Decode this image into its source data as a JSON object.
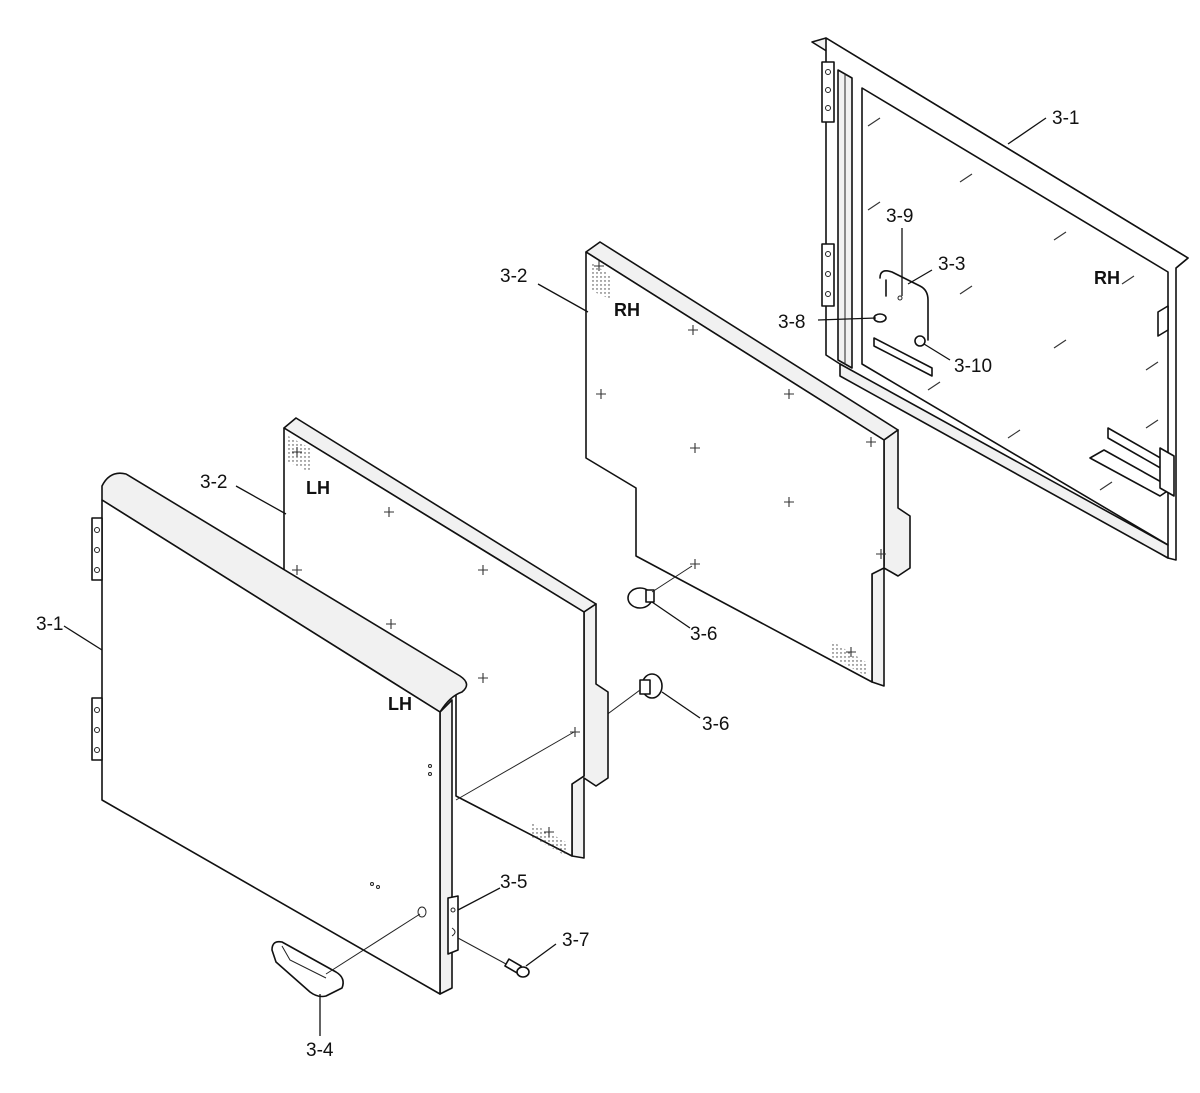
{
  "callouts": {
    "part_3_1_right": "3-1",
    "part_3_1_left": "3-1",
    "part_3_2_right": "3-2",
    "part_3_2_left": "3-2",
    "part_3_3": "3-3",
    "part_3_4": "3-4",
    "part_3_5": "3-5",
    "part_3_6_upper": "3-6",
    "part_3_6_lower": "3-6",
    "part_3_7": "3-7",
    "part_3_8": "3-8",
    "part_3_9": "3-9",
    "part_3_10": "3-10"
  },
  "side_labels": {
    "door_rh": "RH",
    "pad_rh": "RH",
    "pad_lh": "LH",
    "door_lh": "LH"
  }
}
